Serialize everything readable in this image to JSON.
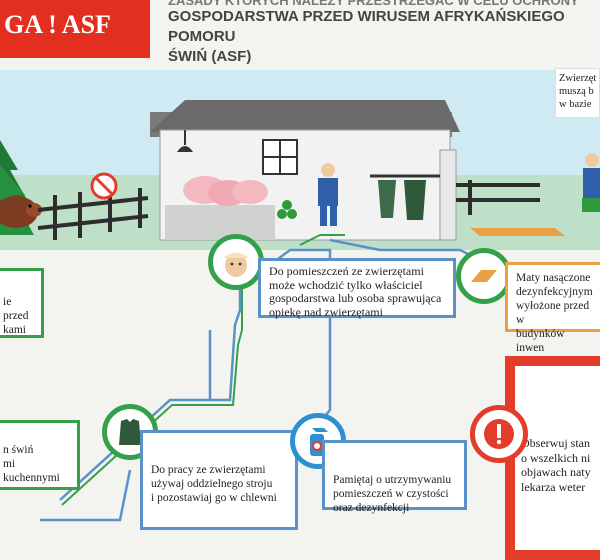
{
  "header": {
    "banner": "GA ! ASF",
    "title_lines": [
      "ZASADY KTÓRYCH NALEŻY PRZESTRZEGAĆ W CELU OCHRONY",
      "GOSPODARSTWA PRZED WIRUSEM AFRYKAŃSKIEGO POMORU",
      "ŚWIŃ (ASF)"
    ]
  },
  "scene": {
    "top_right_note": [
      "Zwierzęt",
      "muszą b",
      "w bazie "
    ]
  },
  "cards": {
    "staff_only": "Do pomieszczeń ze zwierzętami może wchodzić tylko właściciel gospodarstwa lub osoba sprawująca opiekę nad zwierzętami",
    "mats": [
      "Maty nasączone",
      "dezynfekcyjnym",
      "wyłożone przed w",
      "budynków inwen"
    ],
    "left_top": [
      "ie przed",
      "kami"
    ],
    "left_bottom": [
      "n świń",
      "mi kuchennymi"
    ],
    "clothing": [
      "Do pracy ze zwierzętami",
      "używaj oddzielnego stroju",
      "i pozostawiaj go w chlewni"
    ],
    "cleanliness": [
      "Pamiętaj o utrzymywaniu",
      "pomieszczeń w czystości",
      "oraz dezynfekcji"
    ],
    "observe": [
      "Obserwuj stan",
      "o wszelkich ni",
      "objawach naty",
      "lekarza weter"
    ]
  },
  "colors": {
    "banner_red": "#e22f1f",
    "green": "#35a04a",
    "blue": "#2e8fd1",
    "alert_red": "#e43c2a"
  },
  "icons": [
    "farmer-icon",
    "mat-icon",
    "clothing-icon",
    "spray-icon",
    "exclamation-icon",
    "no-entry-icon"
  ]
}
